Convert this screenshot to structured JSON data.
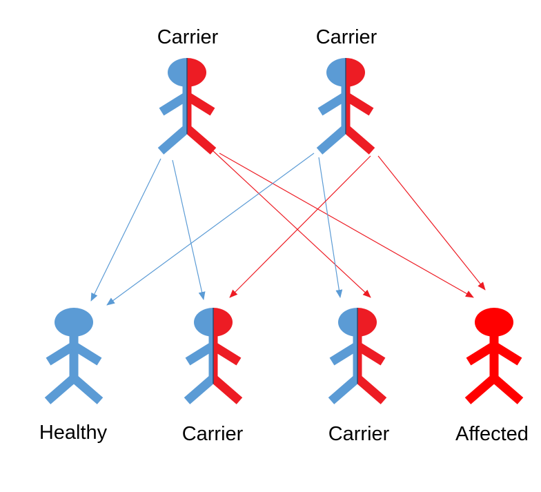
{
  "colors": {
    "healthy": "#5B9BD5",
    "affected": "#ED1C24",
    "affected_full": "#FF0000",
    "text": "#000000"
  },
  "legend_icon": "stick-figure-icon",
  "parents": [
    {
      "label": "Carrier",
      "status": "carrier"
    },
    {
      "label": "Carrier",
      "status": "carrier"
    }
  ],
  "children": [
    {
      "label": "Healthy",
      "status": "healthy"
    },
    {
      "label": "Carrier",
      "status": "carrier"
    },
    {
      "label": "Carrier",
      "status": "carrier"
    },
    {
      "label": "Affected",
      "status": "affected"
    }
  ]
}
